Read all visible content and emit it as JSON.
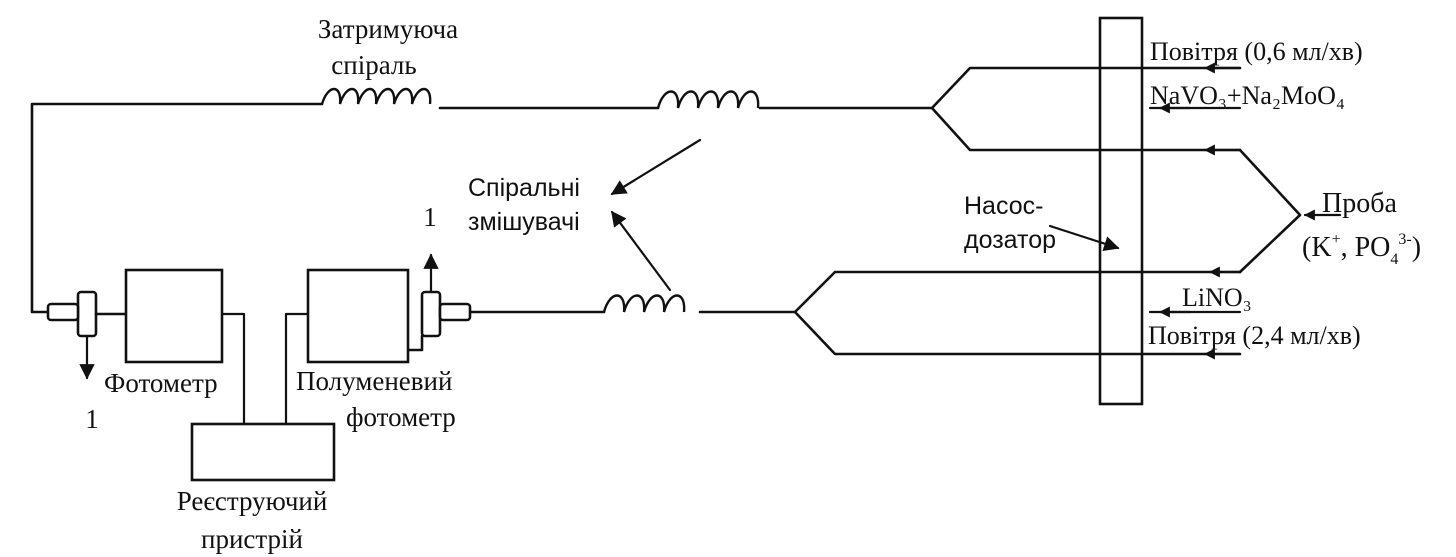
{
  "diagram": {
    "labels": {
      "delay_coil_line1": "Затримуюча",
      "delay_coil_line2": "спіраль",
      "spiral_mixers_line1": "Спіральні",
      "spiral_mixers_line2": "змішувачі",
      "pump_line1": "Насос-",
      "pump_line2": "дозатор",
      "photometer": "Фотометр",
      "flame_photometer_line1": "Полуменевий",
      "flame_photometer_line2": "фотометр",
      "recorder_line1": "Реєструючий",
      "recorder_line2": "пристрій",
      "waste_left": "1",
      "waste_right": "1",
      "sample_title": "Проба",
      "air_top": "Повітря (0,6 мл/хв)",
      "reagent_top": "NaVO₃+Na₂MoO₄",
      "lino3": "LiNO₃",
      "air_bottom": "Повітря (2,4 мл/хв)"
    },
    "sample_ions": {
      "open": "(",
      "k": "K",
      "k_charge": "+",
      "sep": ", ",
      "po": "PO",
      "po_sub": "4",
      "po_charge": "3-",
      "close": ")"
    }
  }
}
